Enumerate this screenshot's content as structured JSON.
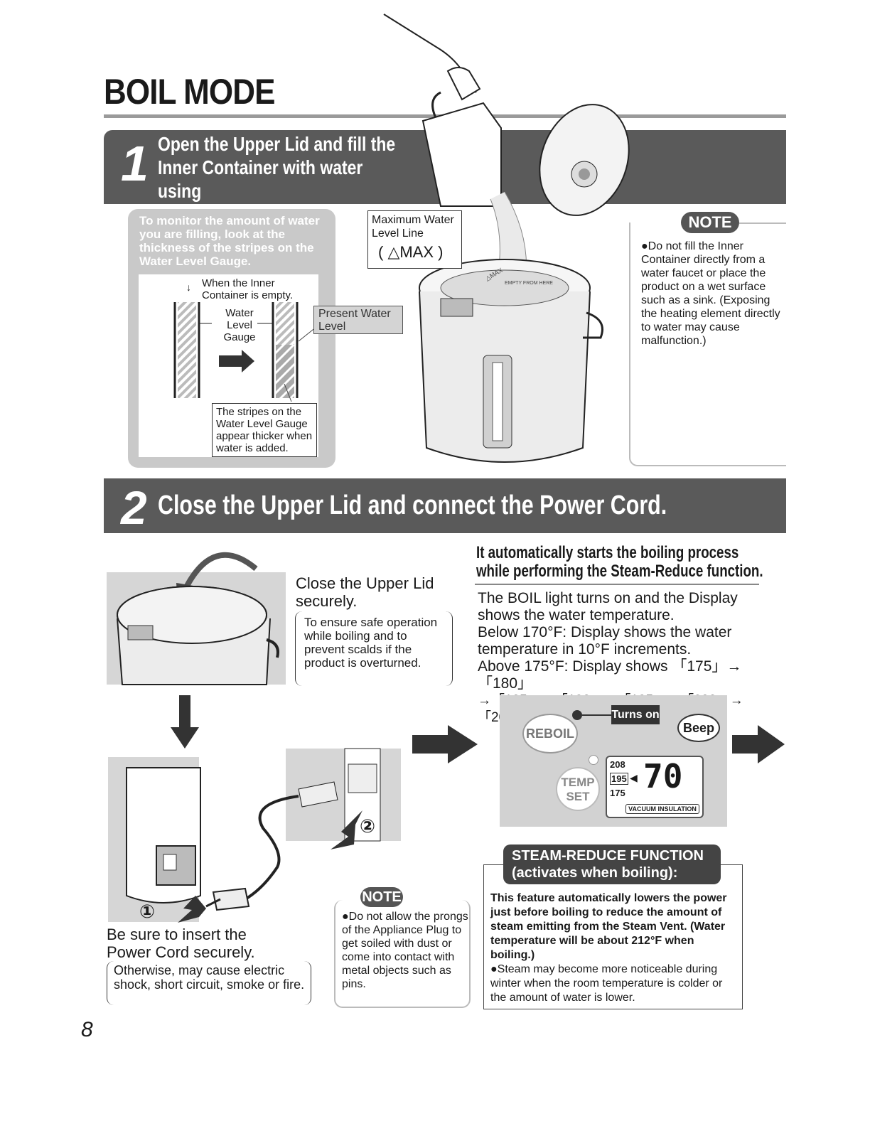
{
  "page_title": "BOIL MODE",
  "step1": {
    "number": "1",
    "title_lines": [
      "Open the Upper Lid and fill the",
      "Inner Container with water using",
      "a pitcher or other container."
    ],
    "monitor_text": "To monitor the amount of water you are filling, look at the thickness of the stripes on the Water Level Gauge.",
    "empty_label": "When the Inner Container is empty.",
    "gauge_label": "Water Level Gauge",
    "stripes_note": "The stripes on the Water Level Gauge appear thicker when water is added.",
    "max_label": "Maximum Water Level Line",
    "max_symbol": "( △MAX )",
    "present_label": "Present Water Level",
    "pot_marks": {
      "max": "△MAX",
      "empty": "EMPTY FROM HERE"
    },
    "note_label": "NOTE",
    "note_text": "●Do not fill the Inner Container directly from a water faucet or place the product on a wet surface such as a sink. (Exposing the heating element directly to water may cause malfunction.)"
  },
  "step2": {
    "number": "2",
    "title": "Close the Upper Lid and connect the Power Cord.",
    "close_title": "Close the Upper Lid securely.",
    "close_note": "To ensure safe operation while boiling and to prevent scalds if the product is overturned.",
    "auto_title_lines": [
      "It automatically starts the boiling process",
      "while performing the Steam-Reduce function."
    ],
    "boil_desc_lines": [
      "The BOIL light turns on and the Display",
      "shows the water temperature.",
      "Below 170°F: Display shows the water",
      "temperature in 10°F increments.",
      "Above 175°F: Display shows 「175」→「180」",
      "→「185」→「190」→「195」→「200」→「205」→「212」."
    ],
    "panel": {
      "reboil": "REBOIL",
      "turns_on": "Turns on",
      "beep": "Beep",
      "temp_set_lines": [
        "TEMP",
        "SET"
      ],
      "presets": [
        "208",
        "195",
        "175"
      ],
      "display": "70",
      "vacuum": "VACUUM INSULATION"
    },
    "steam_title_lines": [
      "STEAM-REDUCE FUNCTION",
      "(activates when boiling):"
    ],
    "steam_bold": "This feature automatically lowers the power just before boiling to reduce the amount of steam emitting from the Steam Vent. (Water temperature will be about 212°F when boiling.)",
    "steam_bullet": "●Steam may become more noticeable during winter when the room temperature is colder or the amount of water is lower.",
    "insert_title": "Be sure to insert the Power Cord securely.",
    "insert_note": "Otherwise, may cause electric shock, short circuit, smoke or fire.",
    "callout_1": "①",
    "callout_2": "②",
    "note_label": "NOTE",
    "note_text": "●Do not allow the prongs of the Appliance Plug to get soiled with dust or come into contact with metal objects such as pins."
  },
  "page_number": "8"
}
